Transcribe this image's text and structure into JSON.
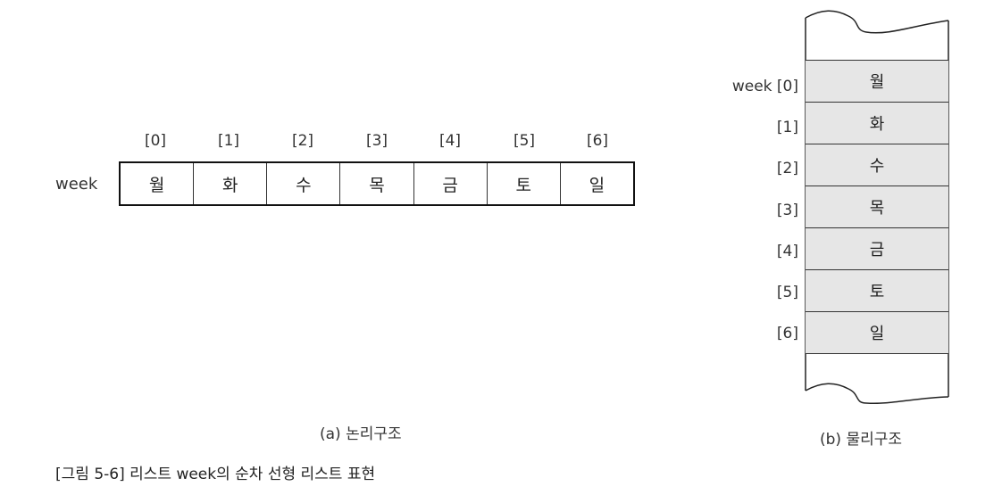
{
  "logical": {
    "var_name": "week",
    "indices": [
      "[0]",
      "[1]",
      "[2]",
      "[3]",
      "[4]",
      "[5]",
      "[6]"
    ],
    "values": [
      "월",
      "화",
      "수",
      "목",
      "금",
      "토",
      "일"
    ],
    "caption": "(a) 논리구조"
  },
  "physical": {
    "first_label": "week [0]",
    "indices": [
      "[1]",
      "[2]",
      "[3]",
      "[4]",
      "[5]",
      "[6]"
    ],
    "values": [
      "월",
      "화",
      "수",
      "목",
      "금",
      "토",
      "일"
    ],
    "caption": "(b) 물리구조"
  },
  "figure_caption": "[그림 5-6] 리스트 week의 순차 선형 리스트 표현"
}
